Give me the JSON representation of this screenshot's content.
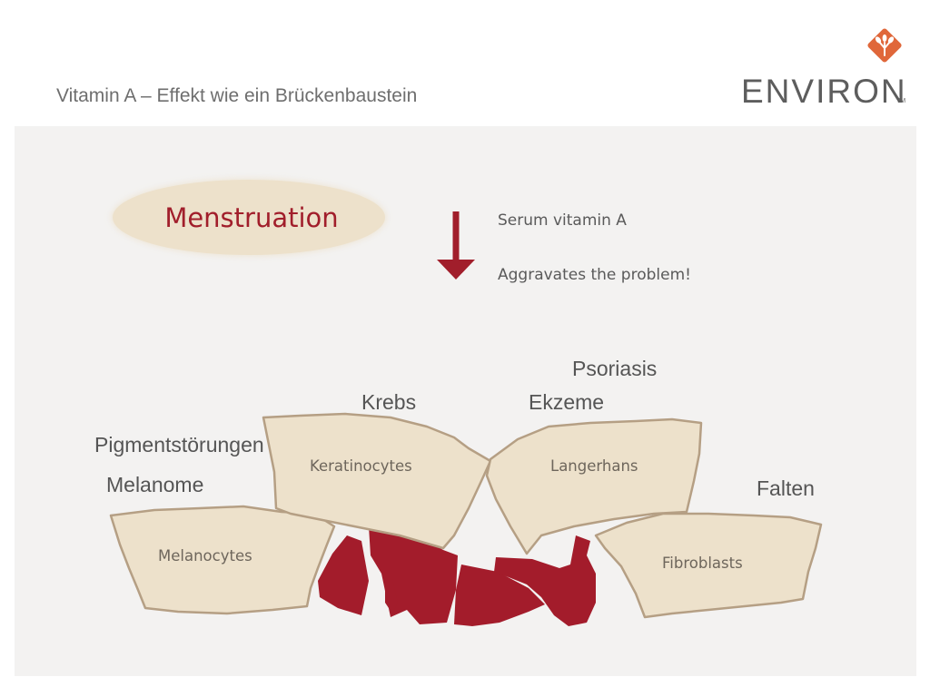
{
  "slide": {
    "title": "Vitamin A – Effekt wie ein Brückenbaustein"
  },
  "logo": {
    "wordmark": "ENVIRON",
    "trademark": "TM",
    "accent_color": "#e0673a"
  },
  "trigger": {
    "label": "Menstruation",
    "label_color": "#a11e2b",
    "oval_color": "#ede1cb"
  },
  "effect": {
    "arrow_icon": "down-arrow-icon",
    "arrow_color": "#a11e2b",
    "line1": "Serum vitamin A",
    "line2": "Aggravates the problem!"
  },
  "conditions": {
    "psoriasis": "Psoriasis",
    "krebs": "Krebs",
    "ekzeme": "Ekzeme",
    "pigment": "Pigmentstörungen",
    "melanome": "Melanome",
    "falten": "Falten"
  },
  "cells": {
    "keratinocytes": "Keratinocytes",
    "langerhans": "Langerhans",
    "melanocytes": "Melanocytes",
    "fibroblasts": "Fibroblasts",
    "fill_color": "#ede1cb",
    "stroke_color": "#b59f84"
  },
  "fragments": {
    "color": "#a31c2b"
  }
}
